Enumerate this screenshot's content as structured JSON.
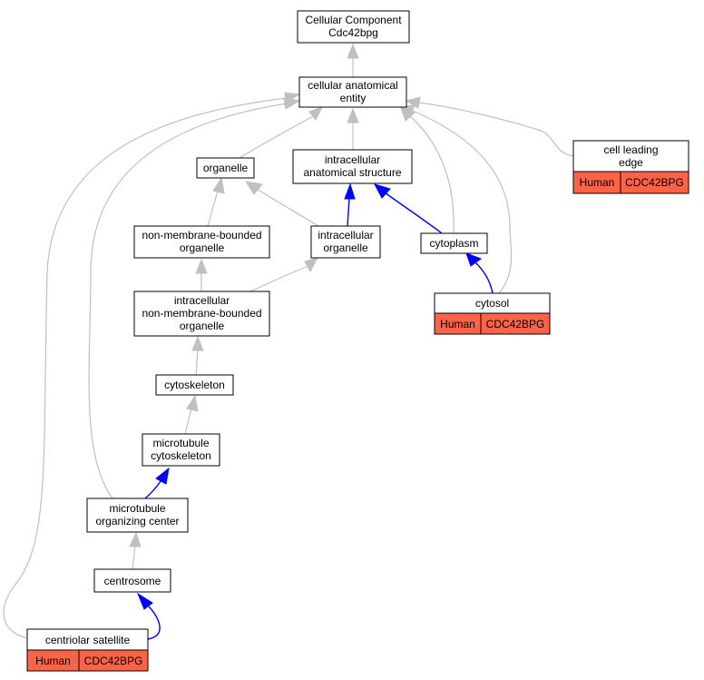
{
  "colors": {
    "gene_tag": "#ff6347",
    "is_a_edge": "#c0c0c0",
    "part_of_edge": "#0000ff"
  },
  "nodes": {
    "root": {
      "line1": "Cellular Component",
      "line2": "Cdc42bpg"
    },
    "cellular_anatomical_entity": {
      "line1": "cellular anatomical",
      "line2": "entity"
    },
    "organelle": {
      "line1": "organelle"
    },
    "intracellular_anatomical_structure": {
      "line1": "intracellular",
      "line2": "anatomical structure"
    },
    "cell_leading_edge": {
      "line1": "cell leading",
      "line2": "edge",
      "species": "Human",
      "gene": "CDC42BPG"
    },
    "non_membrane_bounded_organelle": {
      "line1": "non-membrane-bounded",
      "line2": "organelle"
    },
    "intracellular_organelle": {
      "line1": "intracellular",
      "line2": "organelle"
    },
    "cytoplasm": {
      "line1": "cytoplasm"
    },
    "cytosol": {
      "line1": "cytosol",
      "species": "Human",
      "gene": "CDC42BPG"
    },
    "intracellular_nmb_organelle": {
      "line1": "intracellular",
      "line2": "non-membrane-bounded",
      "line3": "organelle"
    },
    "cytoskeleton": {
      "line1": "cytoskeleton"
    },
    "microtubule_cytoskeleton": {
      "line1": "microtubule",
      "line2": "cytoskeleton"
    },
    "mtoc": {
      "line1": "microtubule",
      "line2": "organizing center"
    },
    "centrosome": {
      "line1": "centrosome"
    },
    "centriolar_satellite": {
      "line1": "centriolar satellite",
      "species": "Human",
      "gene": "CDC42BPG"
    }
  }
}
